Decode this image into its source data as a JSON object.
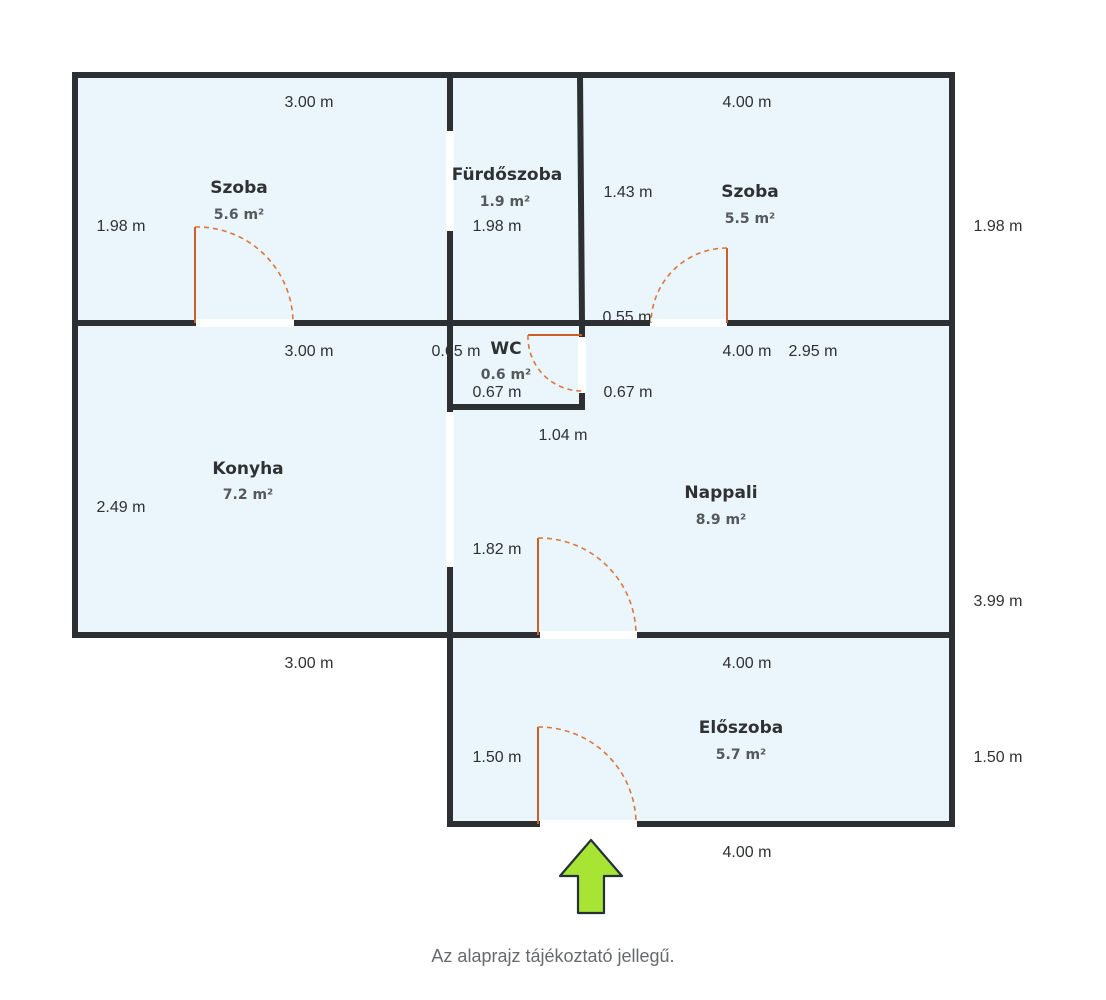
{
  "rooms": {
    "szoba_left": {
      "name": "Szoba",
      "area": "5.6 m²"
    },
    "furdoszoba": {
      "name": "Fürdőszoba",
      "area": "1.9 m²"
    },
    "szoba_right": {
      "name": "Szoba",
      "area": "5.5 m²"
    },
    "wc": {
      "name": "WC",
      "area": "0.6 m²"
    },
    "konyha": {
      "name": "Konyha",
      "area": "7.2 m²"
    },
    "nappali": {
      "name": "Nappali",
      "area": "8.9 m²"
    },
    "eloszoba": {
      "name": "Előszoba",
      "area": "5.7 m²"
    }
  },
  "dimensions": {
    "szoba_left_top": "3.00 m",
    "szoba_left_side": "1.98 m",
    "szoba_left_bottom": "3.00 m",
    "furdoszoba_inner": "1.98 m",
    "szoba_right_top": "4.00 m",
    "szoba_right_left": "1.43 m",
    "szoba_right_door_offset": "0.55 m",
    "outer_right_top": "1.98 m",
    "wc_top": "0.65 m",
    "wc_bottom": "0.67 m",
    "wc_right": "0.67 m",
    "nappali_top": "4.00 m",
    "nappali_top_right": "2.95 m",
    "nappali_notch": "1.04 m",
    "nappali_left": "1.82 m",
    "konyha_side": "2.49 m",
    "konyha_bottom": "3.00 m",
    "outer_right_mid": "3.99 m",
    "eloszoba_top": "4.00 m",
    "eloszoba_left": "1.50 m",
    "outer_right_bottom": "1.50 m",
    "eloszoba_bottom": "4.00 m"
  },
  "entrance": {
    "icon": "entrance-arrow-icon",
    "color": "#a7e433"
  },
  "footer": {
    "note": "Az alaprajz tájékoztató jellegű."
  }
}
